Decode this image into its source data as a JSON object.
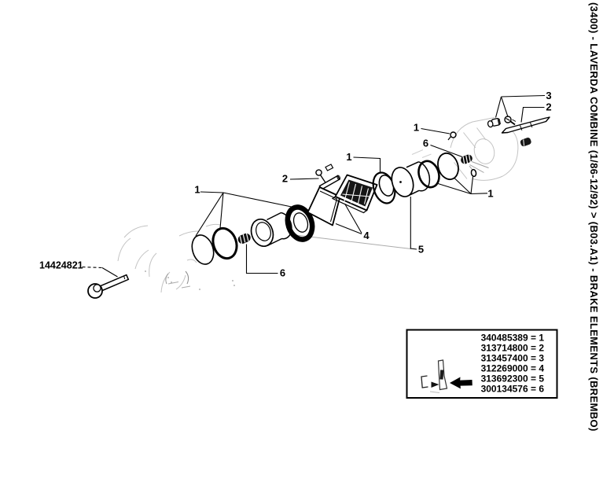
{
  "colors": {
    "ink": "#000000",
    "paper": "#ffffff",
    "faint": "#c6c6c6"
  },
  "sidebar": {
    "title": "(3400) - LAVERDA COMBINE (1/86-12/92) > (B03.A1) - BRAKE ELEMENTS (BREMBO)"
  },
  "diagram": {
    "part_label": "14424821",
    "callouts": [
      {
        "name": "seal-kit-left",
        "label": "1"
      },
      {
        "name": "spring-left",
        "label": "6"
      },
      {
        "name": "pad-pin",
        "label": "2"
      },
      {
        "name": "brake-pads",
        "label": "4"
      },
      {
        "name": "retainer-ring",
        "label": "1"
      },
      {
        "name": "piston",
        "label": "5"
      },
      {
        "name": "clip-top",
        "label": "1"
      },
      {
        "name": "spring-right",
        "label": "6"
      },
      {
        "name": "seal-kit-right",
        "label": "1"
      },
      {
        "name": "bleed-screw",
        "label": "3"
      },
      {
        "name": "pad-rod",
        "label": "2"
      }
    ]
  },
  "legend": {
    "rows": [
      "340485389 = 1",
      "313714800 = 2",
      "313457400 = 3",
      "312269000 = 4",
      "313692300 = 5",
      "300134576 = 6"
    ]
  }
}
